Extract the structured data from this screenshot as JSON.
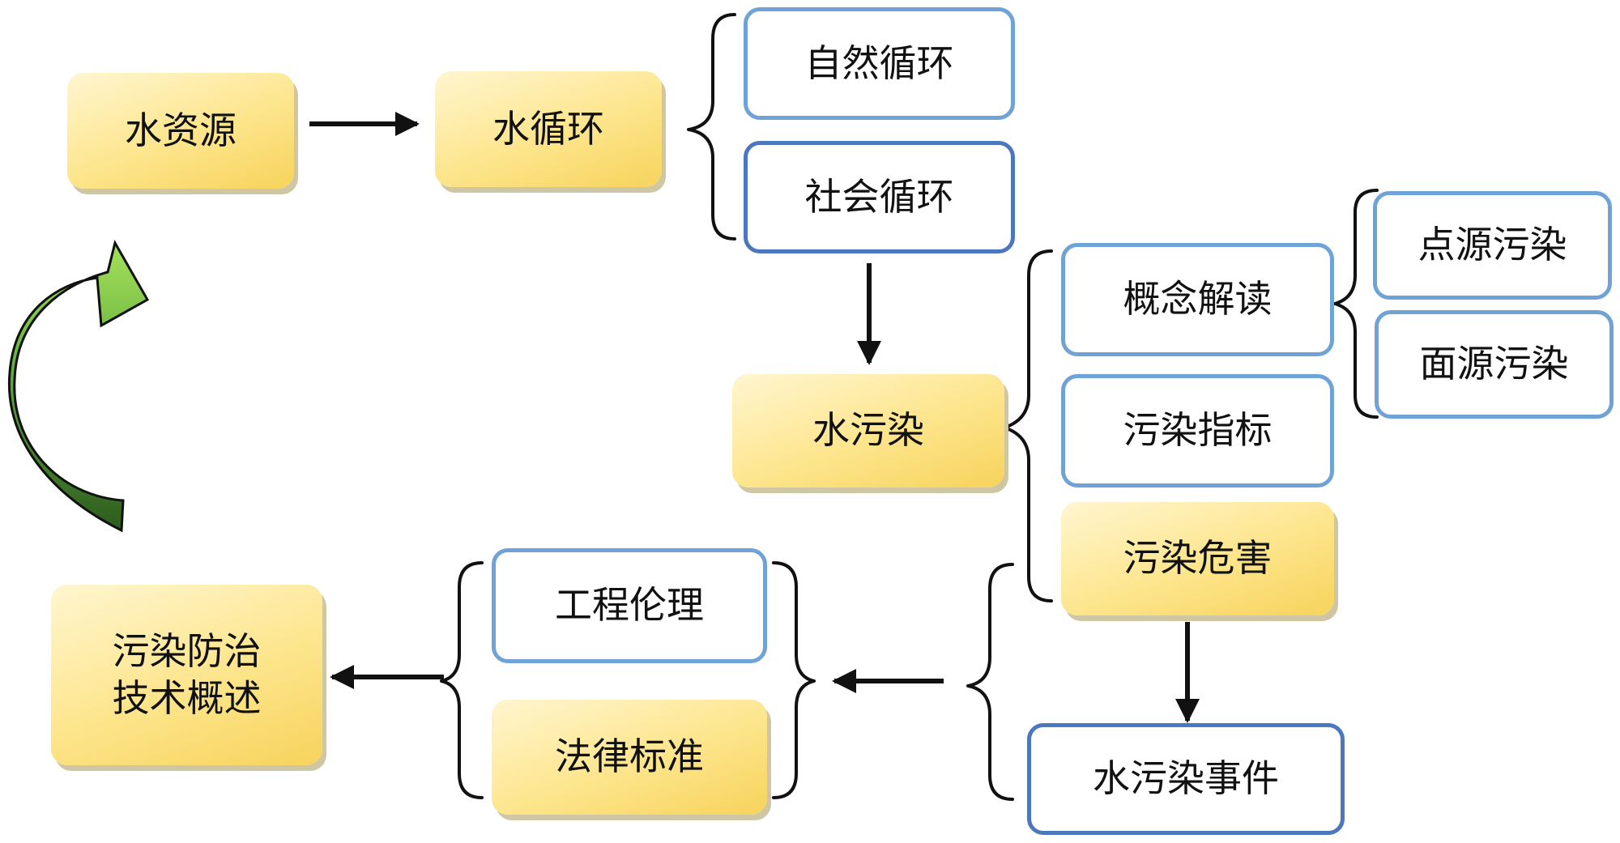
{
  "colors": {
    "gold_fill": "#fde58c",
    "blue_border": "#6fa3d6",
    "arrow": "#111111",
    "curved_arrow_green": "#5aa83a"
  },
  "nodes": {
    "water_resources": "水资源",
    "water_cycle": "水循环",
    "natural_cycle": "自然循环",
    "social_cycle": "社会循环",
    "water_pollution": "水污染",
    "concept": "概念解读",
    "point_source": "点源污染",
    "nonpoint_source": "面源污染",
    "indicators": "污染指标",
    "hazards": "污染危害",
    "incident": "水污染事件",
    "ethics": "工程伦理",
    "law": "法律标准",
    "technology": "污染防治\n技术概述"
  },
  "icons": {
    "curved_arrow": "curved-green-arrow-icon"
  }
}
